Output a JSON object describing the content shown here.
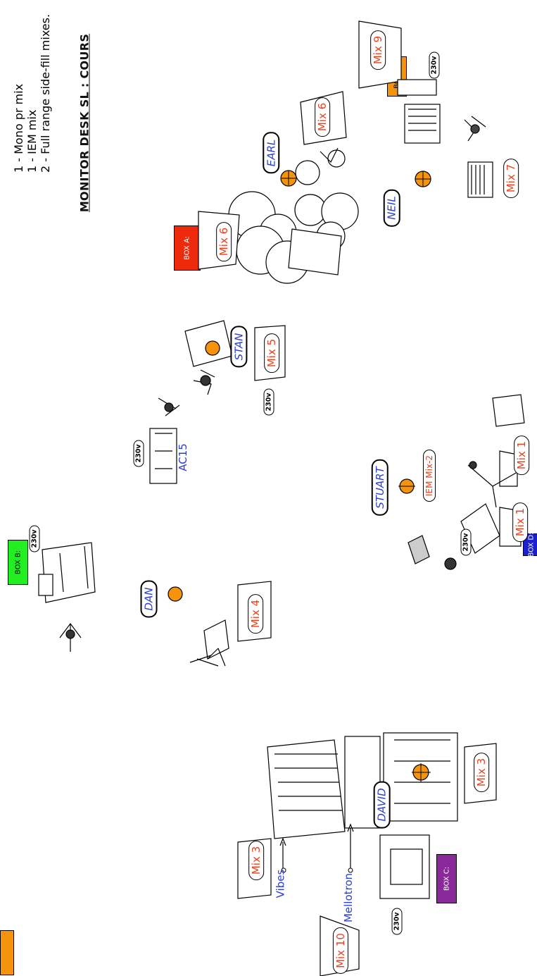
{
  "title": "MONITOR DESK SL : COURS",
  "notes": [
    "1 - Mono pr mix",
    "1 - IEM mix",
    "2 - Full range side-fill mixes."
  ],
  "musicians": {
    "earl": "EARL",
    "neil": "NEIL",
    "stan": "STAN",
    "stuart": "STUART",
    "dan": "DAN",
    "david": "DAVID"
  },
  "mixes": {
    "mix9": "Mix 9",
    "mix6a": "Mix 6",
    "mix6b": "Mix 6",
    "mix7": "Mix 7",
    "mix5": "Mix 5",
    "mix1a": "Mix 1",
    "mix1b": "Mix 1",
    "iem": "IEM Mix-2",
    "mix4": "Mix 4",
    "mix3a": "Mix 3",
    "mix3b": "Mix 3",
    "mix10": "Mix 10"
  },
  "boxes": {
    "a": {
      "label": "BOX A:",
      "color": "#ee2a0c"
    },
    "b": {
      "label": "BOX B:",
      "color": "#22ee22"
    },
    "c": {
      "label": "BOX C:",
      "color": "#8a2a9a"
    },
    "d": {
      "label": "BOX D:",
      "color": "#1b1fcc"
    },
    "e": {
      "label": "BOX E:",
      "color": "#f5930c"
    },
    "f": {
      "label": "",
      "color": "#f5930c"
    }
  },
  "power_label": "230v",
  "instrument_labels": {
    "ac15": "AC15",
    "vibes": "Vibes",
    "mellotron": "Mellotron"
  }
}
